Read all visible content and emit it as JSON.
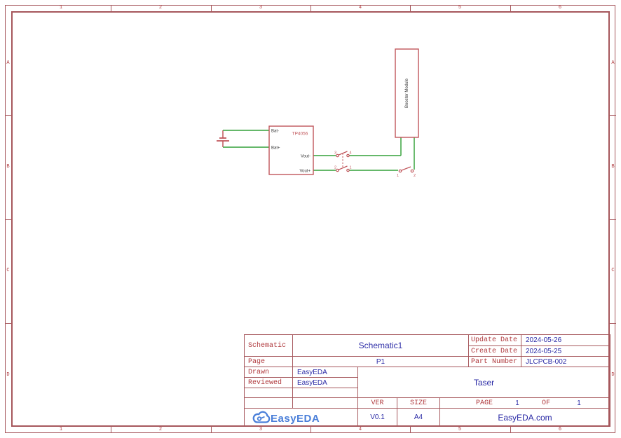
{
  "frame": {
    "columns": [
      "1",
      "2",
      "3",
      "4",
      "5",
      "6"
    ],
    "rows": [
      "A",
      "B",
      "C",
      "D"
    ]
  },
  "schematic": {
    "tp4056": {
      "label": "TP4056",
      "bat_minus": "Bat-",
      "bat_plus": "Bat+",
      "vout_minus": "Vout-",
      "vout_plus": "Vout+"
    },
    "booster_label": "Booster Module",
    "main_switch": {
      "pin3": "3",
      "pin4": "4",
      "pin2": "2",
      "pin1": "1"
    },
    "trigger_switch": {
      "pin1": "1",
      "pin2": "2"
    }
  },
  "title_block": {
    "schematic_label": "Schematic",
    "schematic_value": "Schematic1",
    "page_label": "Page",
    "page_value": "P1",
    "drawn_label": "Drawn",
    "drawn_value": "EasyEDA",
    "reviewed_label": "Reviewed",
    "reviewed_value": "EasyEDA",
    "update_date_label": "Update Date",
    "update_date_value": "2024-05-26",
    "create_date_label": "Create Date",
    "create_date_value": "2024-05-25",
    "part_number_label": "Part Number",
    "part_number_value": "JLCPCB-002",
    "title": "Taser",
    "ver_label": "VER",
    "ver_value": "V0.1",
    "size_label": "SIZE",
    "size_value": "A4",
    "page_word": "PAGE",
    "page_number": "1",
    "of_word": "OF",
    "page_total": "1",
    "website": "EasyEDA.com",
    "logo_text": "EasyEDA"
  },
  "colors": {
    "frame_line": "#a6575c",
    "component_outline": "#c0555a",
    "wire_green": "#4fae54",
    "label_red": "#b03a3e",
    "value_blue": "#2b2ba6",
    "logo_blue": "#4a7fd9"
  }
}
